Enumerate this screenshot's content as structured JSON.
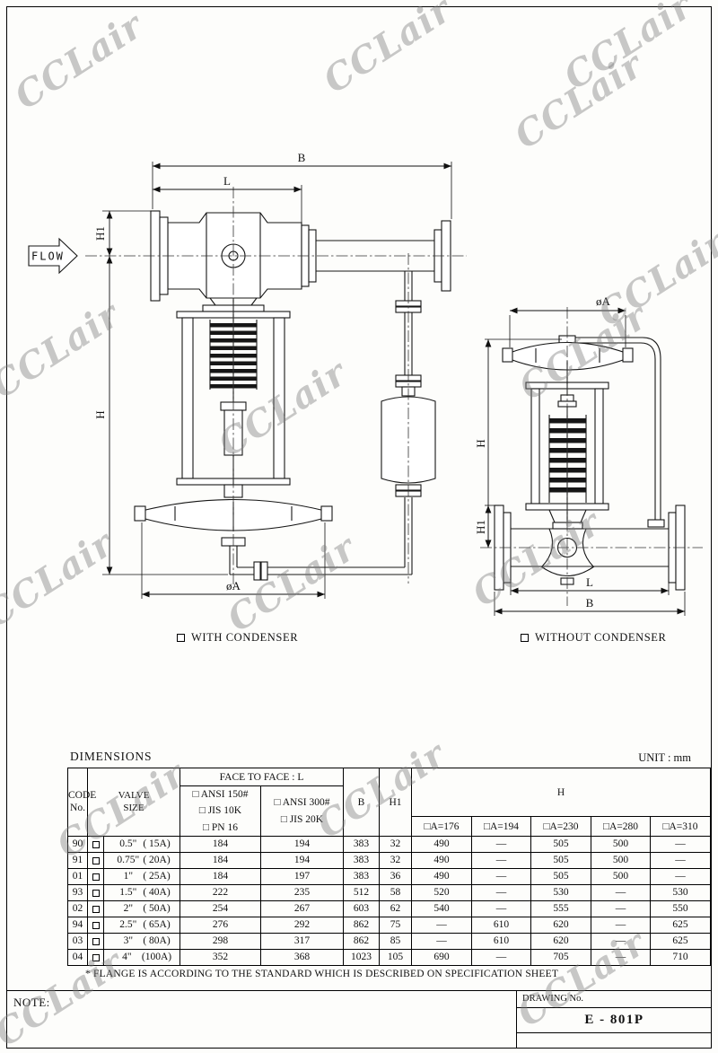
{
  "watermark": {
    "text": "CCLair"
  },
  "flow_label": "FLOW",
  "drawing": {
    "dim_B": "B",
    "dim_L": "L",
    "dim_H1": "H1",
    "dim_H": "H",
    "dim_oA": "øA",
    "left_caption": "WITH CONDENSER",
    "right_caption": "WITHOUT CONDENSER"
  },
  "table": {
    "title": "DIMENSIONS",
    "unit": "UNIT : mm",
    "code_header_line1": "CODE",
    "code_header_line2": "No.",
    "valve_size_header": "VALVE SIZE",
    "face_to_face_header": "FACE TO FACE : L",
    "std_col1": [
      "□ ANSI 150#",
      "□ JIS 10K",
      "□ PN 16"
    ],
    "std_col2": [
      "□ ANSI 300#",
      "□ JIS 20K"
    ],
    "b_header": "B",
    "h1_header": "H1",
    "h_header": "H",
    "h_subheaders": [
      "□A=176",
      "□A=194",
      "□A=230",
      "□A=280",
      "□A=310"
    ],
    "rows": [
      {
        "code": "90",
        "size_in": "0.5\"",
        "size_a": "( 15A)",
        "l1": "184",
        "l2": "194",
        "b": "383",
        "h1": "32",
        "h": [
          "490",
          "—",
          "505",
          "500",
          "—"
        ]
      },
      {
        "code": "91",
        "size_in": "0.75\"",
        "size_a": "( 20A)",
        "l1": "184",
        "l2": "194",
        "b": "383",
        "h1": "32",
        "h": [
          "490",
          "—",
          "505",
          "500",
          "—"
        ]
      },
      {
        "code": "01",
        "size_in": "1\"",
        "size_a": "( 25A)",
        "l1": "184",
        "l2": "197",
        "b": "383",
        "h1": "36",
        "h": [
          "490",
          "—",
          "505",
          "500",
          "—"
        ]
      },
      {
        "code": "93",
        "size_in": "1.5\"",
        "size_a": "( 40A)",
        "l1": "222",
        "l2": "235",
        "b": "512",
        "h1": "58",
        "h": [
          "520",
          "—",
          "530",
          "—",
          "530"
        ]
      },
      {
        "code": "02",
        "size_in": "2\"",
        "size_a": "( 50A)",
        "l1": "254",
        "l2": "267",
        "b": "603",
        "h1": "62",
        "h": [
          "540",
          "—",
          "555",
          "—",
          "550"
        ]
      },
      {
        "code": "94",
        "size_in": "2.5\"",
        "size_a": "( 65A)",
        "l1": "276",
        "l2": "292",
        "b": "862",
        "h1": "75",
        "h": [
          "—",
          "610",
          "620",
          "—",
          "625"
        ]
      },
      {
        "code": "03",
        "size_in": "3\"",
        "size_a": "( 80A)",
        "l1": "298",
        "l2": "317",
        "b": "862",
        "h1": "85",
        "h": [
          "—",
          "610",
          "620",
          "—",
          "625"
        ]
      },
      {
        "code": "04",
        "size_in": "4\"",
        "size_a": "(100A)",
        "l1": "352",
        "l2": "368",
        "b": "1023",
        "h1": "105",
        "h": [
          "690",
          "—",
          "705",
          "—",
          "710"
        ]
      }
    ],
    "footnote": "* FLANGE IS ACCORDING TO THE STANDARD WHICH IS DESCRIBED ON SPECIFICATION SHEET"
  },
  "titleblock": {
    "note_label": "NOTE:",
    "drawing_no_label": "DRAWING No.",
    "drawing_no": "E - 801P"
  }
}
